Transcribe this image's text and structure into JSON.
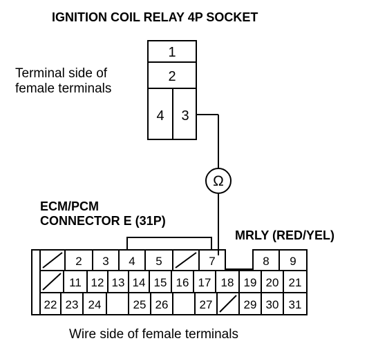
{
  "relay_socket": {
    "title": "IGNITION COIL RELAY 4P SOCKET",
    "side_label_line1": "Terminal side of",
    "side_label_line2": "female terminals",
    "terminals": [
      "1",
      "2",
      "4",
      "3"
    ]
  },
  "ohmmeter": {
    "symbol": "Ω"
  },
  "connector": {
    "label_line1": "ECM/PCM",
    "label_line2": "CONNECTOR E (31P)",
    "wire_label": "MRLY (RED/YEL)",
    "footer": "Wire side of female terminals",
    "row1": [
      "",
      "2",
      "3",
      "4",
      "5",
      "",
      "7",
      "8",
      "9"
    ],
    "row2": [
      "",
      "11",
      "12",
      "13",
      "14",
      "15",
      "16",
      "17",
      "18",
      "19",
      "20",
      "21"
    ],
    "row3": [
      "22",
      "23",
      "24",
      "25",
      "26",
      "27",
      "",
      "29",
      "30",
      "31"
    ]
  }
}
